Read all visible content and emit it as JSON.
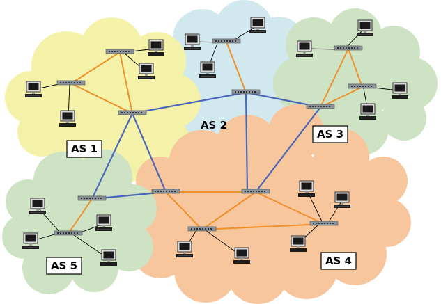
{
  "diagram": {
    "autonomous_systems": [
      {
        "id": "as1",
        "label": "AS 1",
        "color": "#f4f1a8"
      },
      {
        "id": "as2",
        "label": "AS 2",
        "color": "#d2e8ef"
      },
      {
        "id": "as3",
        "label": "AS 3",
        "color": "#cde3c3"
      },
      {
        "id": "as4",
        "label": "AS 4",
        "color": "#f7c69c"
      },
      {
        "id": "as5",
        "label": "AS 5",
        "color": "#cde3c3"
      }
    ],
    "link_colors": {
      "intra_as": "#f0902a",
      "inter_as": "#4a66b8",
      "host": "#000000"
    }
  }
}
